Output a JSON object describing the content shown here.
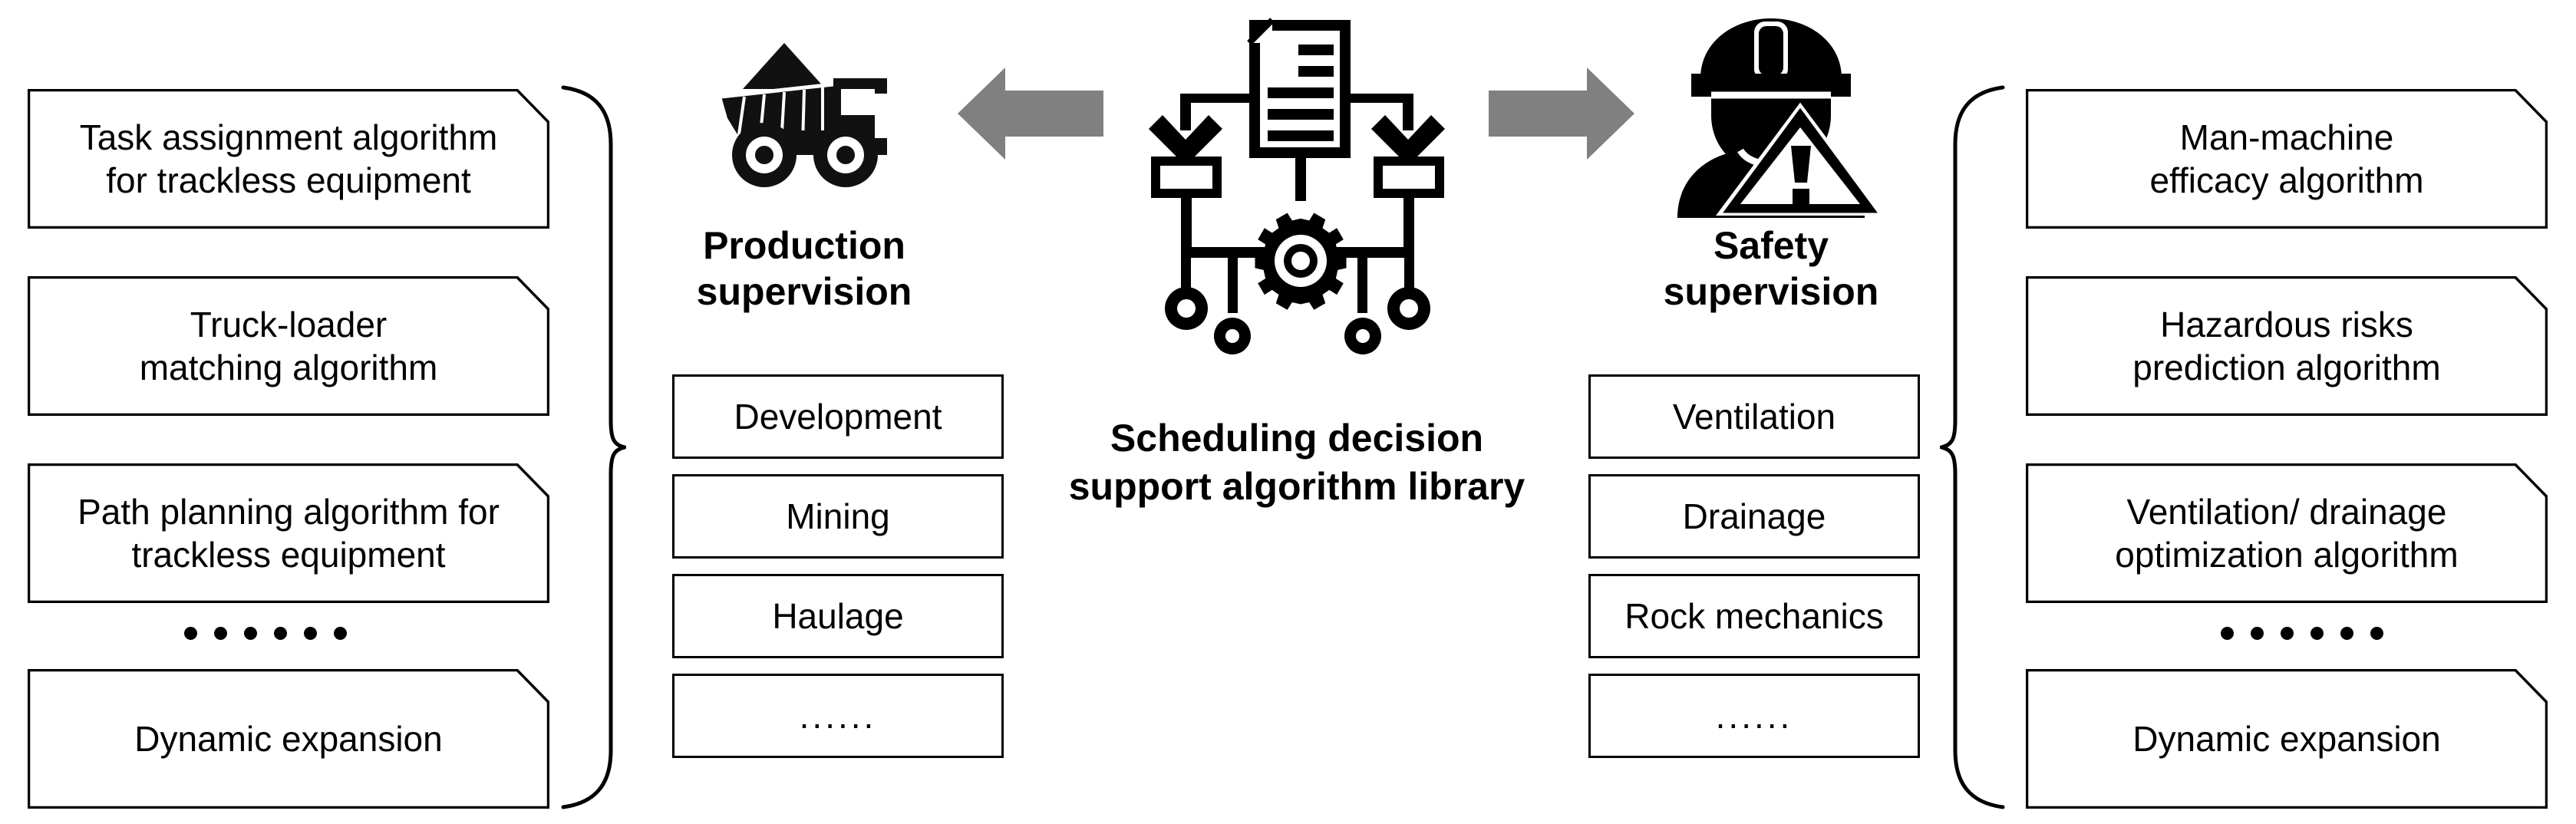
{
  "diagram": {
    "center": {
      "caption": "Scheduling decision\nsupport algorithm library",
      "icon": "document-flowchart-gear-icon"
    },
    "arrows": {
      "left": {
        "name": "arrow-left-gray",
        "color": "#808080"
      },
      "right": {
        "name": "arrow-right-gray",
        "color": "#808080"
      }
    },
    "pillars": [
      {
        "id": "production",
        "title": "Production\nsupervision",
        "icon": "mining-dump-truck-icon",
        "categories": [
          {
            "label": "Development"
          },
          {
            "label": "Mining"
          },
          {
            "label": "Haulage"
          },
          {
            "label": "......"
          }
        ]
      },
      {
        "id": "safety",
        "title": "Safety\nsupervision",
        "icon": "safety-worker-warning-icon",
        "categories": [
          {
            "label": "Ventilation"
          },
          {
            "label": "Drainage"
          },
          {
            "label": "Rock mechanics"
          },
          {
            "label": "......"
          }
        ]
      }
    ],
    "left_algorithms": [
      {
        "label": "Task assignment algorithm\nfor trackless equipment"
      },
      {
        "label": "Truck-loader\nmatching algorithm"
      },
      {
        "label": "Path planning algorithm for\ntrackless equipment"
      },
      {
        "label": "• • • • • •",
        "is_dots": true
      },
      {
        "label": "Dynamic expansion"
      }
    ],
    "right_algorithms": [
      {
        "label": "Man-machine\nefficacy algorithm"
      },
      {
        "label": "Hazardous risks\nprediction algorithm"
      },
      {
        "label": "Ventilation/ drainage\noptimization algorithm"
      },
      {
        "label": "• • • • • •",
        "is_dots": true
      },
      {
        "label": "Dynamic expansion"
      }
    ],
    "colors": {
      "stroke": "#000000",
      "fill": "#ffffff",
      "arrow_gray": "#808080",
      "background": "#ffffff"
    }
  }
}
